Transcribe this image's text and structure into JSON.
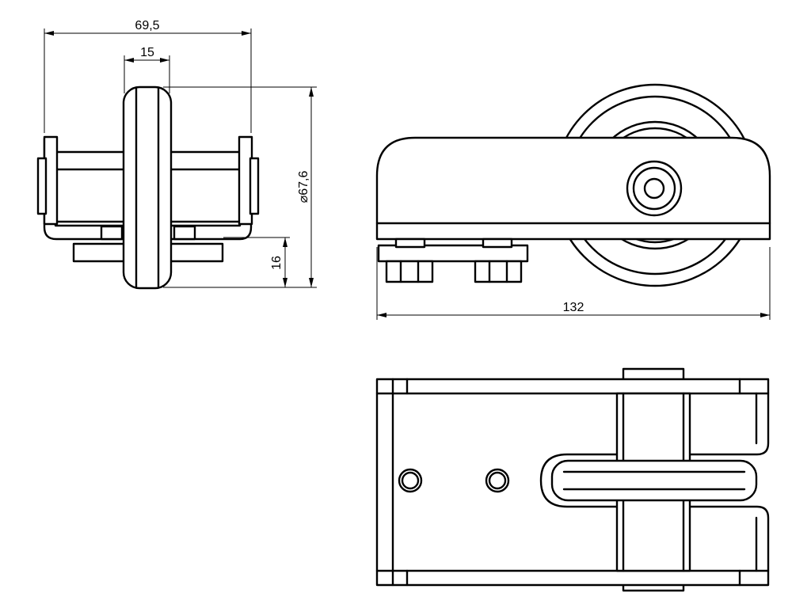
{
  "dimensions": {
    "overall_width": "69,5",
    "wheel_width": "15",
    "wheel_diameter": "67,6",
    "diameter_symbol": "⌀",
    "plate_height": "16",
    "overall_length": "132"
  }
}
